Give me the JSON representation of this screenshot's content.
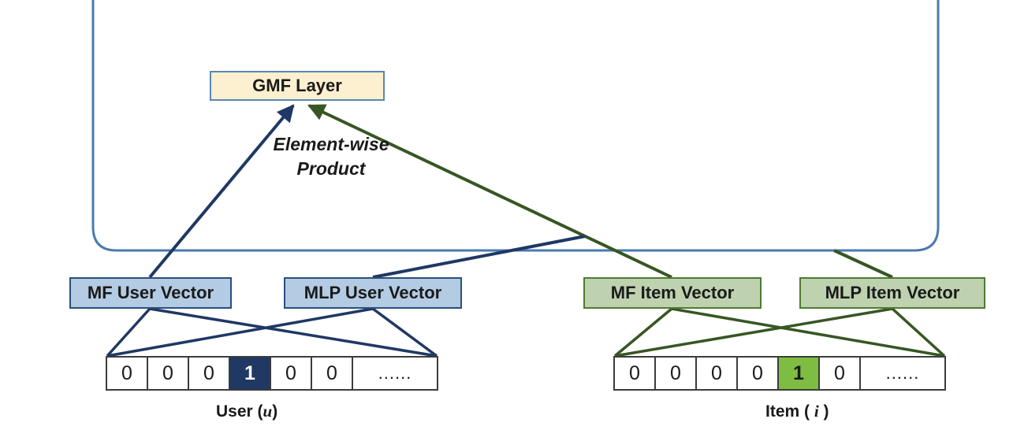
{
  "diagram": {
    "title": "Neural Matrix Factorization input / GMF layer",
    "colors": {
      "gmf_fill": "#fdf0d0",
      "gmf_border": "#5b87b5",
      "user_fill": "#b3cbe3",
      "user_border": "#2a4f7c",
      "item_fill": "#bfd2af",
      "item_border": "#4e7a33",
      "user_hot": "#1f3864",
      "item_hot": "#7dbd42",
      "container_border": "#4a7ab0",
      "cell_border": "#3c3c3c"
    }
  },
  "nodes": {
    "gmf_layer": "GMF Layer",
    "element_wise_product_line1": "Element-wise",
    "element_wise_product_line2": "Product",
    "mf_user_vector": "MF User Vector",
    "mlp_user_vector": "MLP User Vector",
    "mf_item_vector": "MF Item Vector",
    "mlp_item_vector": "MLP Item Vector"
  },
  "onehot": {
    "user": {
      "cells": [
        "0",
        "0",
        "0",
        "1",
        "0",
        "0",
        "......"
      ],
      "hot_index": 3,
      "caption_prefix": "User (",
      "caption_var": "u",
      "caption_suffix": ")"
    },
    "item": {
      "cells": [
        "0",
        "0",
        "0",
        "0",
        "1",
        "0",
        "......"
      ],
      "hot_index": 4,
      "caption_prefix": "Item ( ",
      "caption_var": "i",
      "caption_suffix": " )"
    }
  }
}
